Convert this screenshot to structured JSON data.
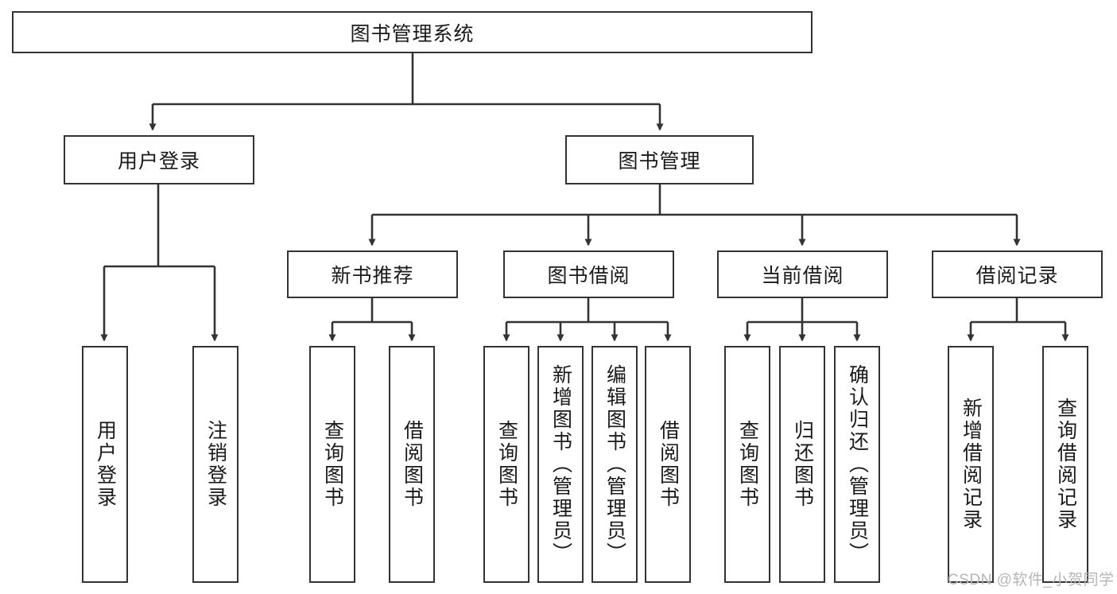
{
  "diagram": {
    "title_node": {
      "label": "图书管理系统"
    },
    "level2": [
      {
        "id": "user-login",
        "label": "用户登录"
      },
      {
        "id": "book-management",
        "label": "图书管理"
      }
    ],
    "level3": [
      {
        "id": "new-book-recommend",
        "label": "新书推荐"
      },
      {
        "id": "book-borrow",
        "label": "图书借阅"
      },
      {
        "id": "current-borrow",
        "label": "当前借阅"
      },
      {
        "id": "borrow-record",
        "label": "借阅记录"
      }
    ],
    "leaves": [
      {
        "id": "leaf-user-login",
        "label": "用户登录",
        "parent": "用户登录"
      },
      {
        "id": "leaf-logout-login",
        "label": "注销登录",
        "parent": "用户登录"
      },
      {
        "id": "leaf-query-book-1",
        "label": "查询图书",
        "parent": "新书推荐"
      },
      {
        "id": "leaf-borrow-book-1",
        "label": "借阅图书",
        "parent": "新书推荐"
      },
      {
        "id": "leaf-query-book-2",
        "label": "查询图书",
        "parent": "图书借阅"
      },
      {
        "id": "leaf-add-book",
        "label": "新增图书（管理员）",
        "parent": "图书借阅"
      },
      {
        "id": "leaf-edit-book",
        "label": "编辑图书（管理员）",
        "parent": "图书借阅"
      },
      {
        "id": "leaf-borrow-book-2",
        "label": "借阅图书",
        "parent": "图书借阅"
      },
      {
        "id": "leaf-query-book-3",
        "label": "查询图书",
        "parent": "当前借阅"
      },
      {
        "id": "leaf-return-book",
        "label": "归还图书",
        "parent": "当前借阅"
      },
      {
        "id": "leaf-confirm-return",
        "label": "确认归还（管理员）",
        "parent": "当前借阅"
      },
      {
        "id": "leaf-add-record",
        "label": "新增借阅记录",
        "parent": "借阅记录"
      },
      {
        "id": "leaf-query-record",
        "label": "查询借阅记录",
        "parent": "借阅记录"
      }
    ],
    "watermark": "CSDN @软件_小贺同学",
    "colors": {
      "stroke": "#333333",
      "fill": "#ffffff",
      "text": "#1a1a1a",
      "watermark": "#b6b6b6"
    }
  }
}
